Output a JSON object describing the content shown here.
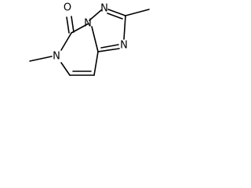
{
  "molecule": {
    "atoms": {
      "oxygen": "O",
      "n_triazole_top_left": "N",
      "n_triazole_top_right": "N",
      "n_triazole_right": "N",
      "n_pyrimidinone": "N"
    }
  }
}
